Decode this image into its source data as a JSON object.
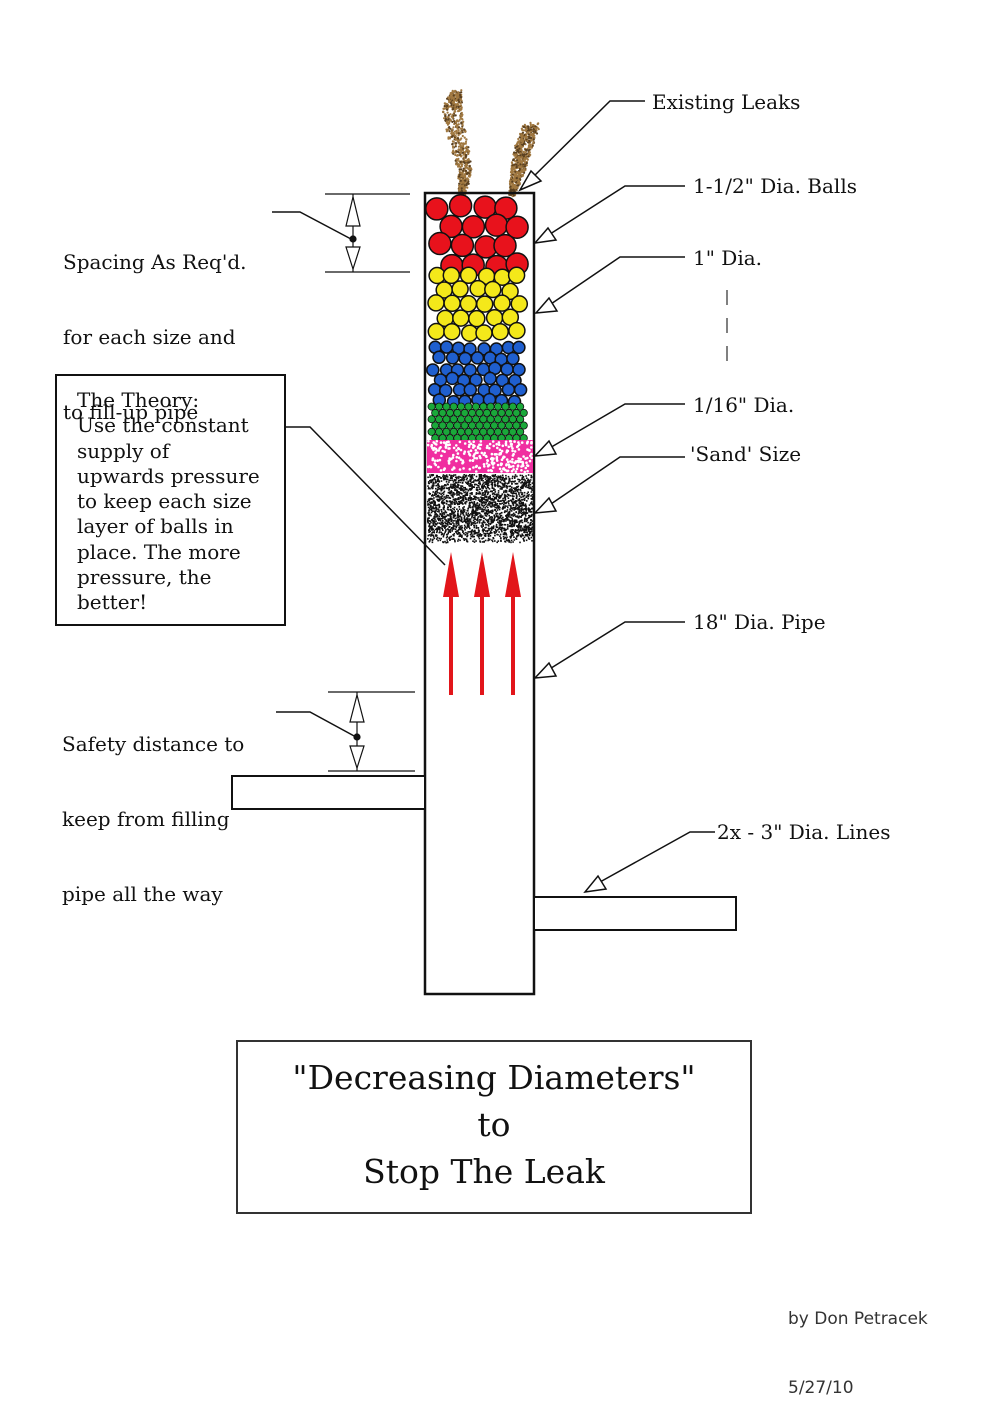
{
  "labels": {
    "existing_leaks": "Existing Leaks",
    "balls_1_5": "1-1/2\" Dia. Balls",
    "dia_1": "1\" Dia.",
    "dia_1_16": "1/16\" Dia.",
    "sand_size": "'Sand' Size",
    "pipe": "18\" Dia. Pipe",
    "lines": "2x - 3\" Dia. Lines",
    "spacing": [
      "Spacing As Req'd.",
      "for each size and",
      "to fill-up pipe"
    ],
    "safety": [
      "Safety distance to",
      "keep from filling",
      "pipe all the way"
    ]
  },
  "theory": [
    "The Theory:",
    "Use the constant",
    "supply of",
    "upwards pressure",
    "to keep each size",
    "layer of balls in",
    "place. The more",
    "pressure, the",
    "better!"
  ],
  "title": [
    "\"Decreasing Diameters\"",
    "to",
    "Stop The Leak"
  ],
  "byline": [
    "by Don Petracek",
    "5/27/10"
  ],
  "colors": {
    "largest_balls": "#e8121c",
    "one_inch_balls": "#f4e81a",
    "medium_balls": "#1f5fcf",
    "small_balls": "#1aa83a",
    "tiny_balls": "#f02ea0",
    "sand": "#111111",
    "arrows": "#e2151a",
    "leak_spray": "#a07840"
  }
}
